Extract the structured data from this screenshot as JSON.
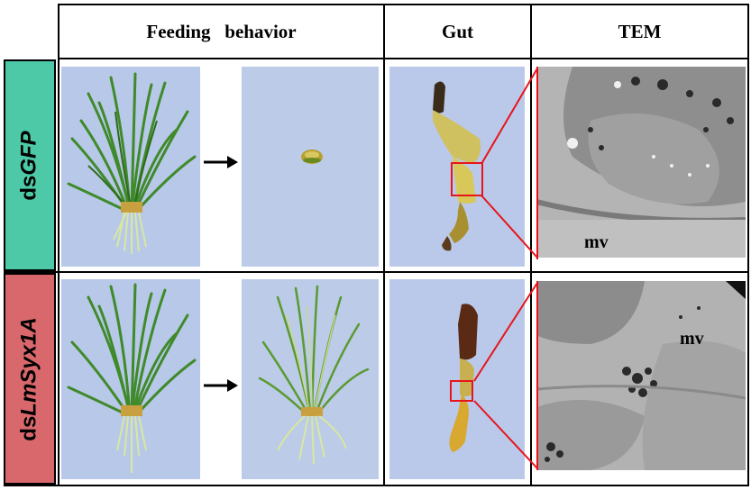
{
  "headers": {
    "feeding": "Feeding   behavior",
    "gut": "Gut",
    "tem": "TEM"
  },
  "rows": [
    {
      "prefix": "ds",
      "gene": "GFP",
      "color": "#4dc9a8",
      "tem_label": "mv"
    },
    {
      "prefix": "ds",
      "gene": "LmSyx1A",
      "color": "#d9686c",
      "tem_label": "mv"
    }
  ],
  "colors": {
    "photo_background": "#b8c8e8",
    "highlight_box": "#e8141c",
    "grass": "#3f8a2a",
    "gut_normal": "#d8c050",
    "gut_dark": "#5a2a14"
  }
}
